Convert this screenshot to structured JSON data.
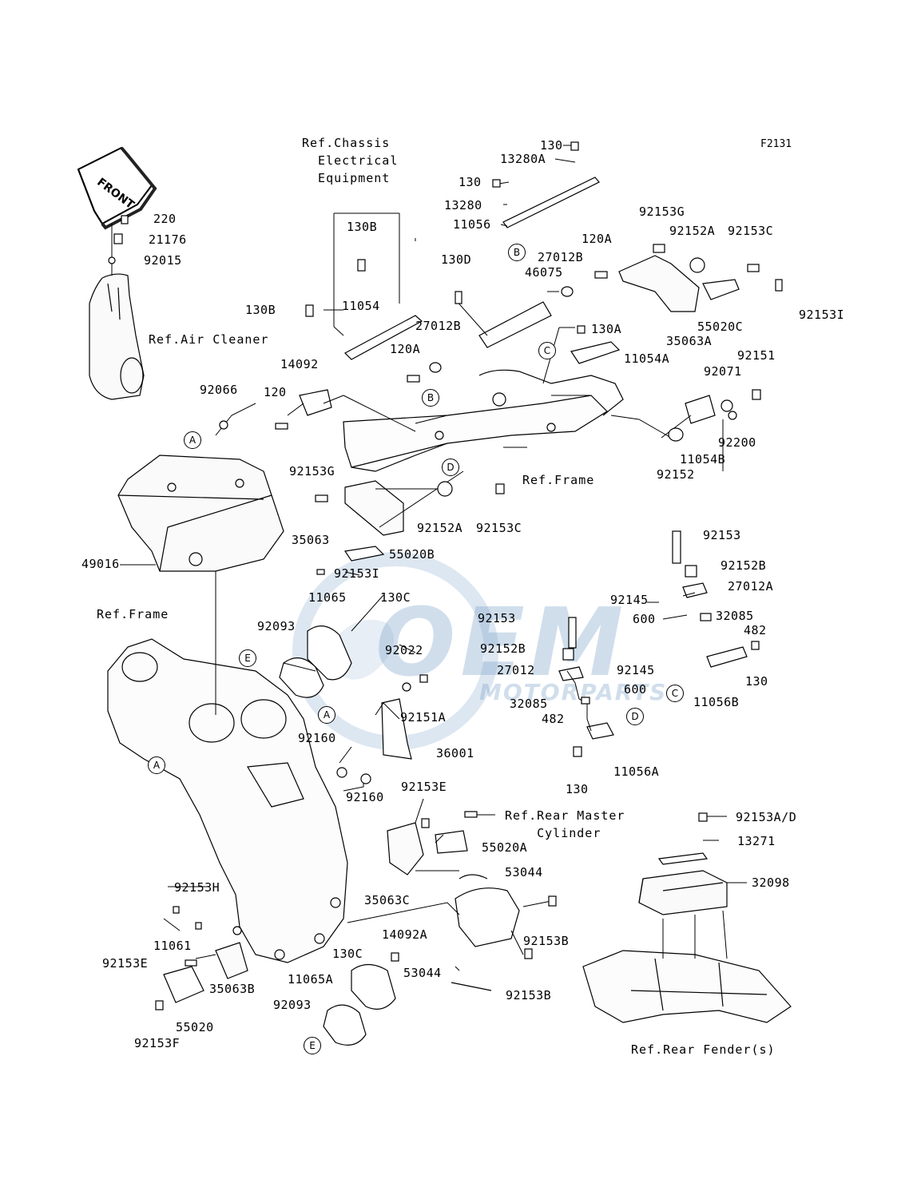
{
  "diagram": {
    "code": "F2131",
    "front_badge": "FRONT",
    "watermark": {
      "main": "OEM",
      "sub": "MOTORPARTS"
    },
    "refs": {
      "chassis": "Ref.Chassis\n  Electrical\n  Equipment",
      "air_cleaner": "Ref.Air Cleaner",
      "frame_top": "Ref.Frame",
      "frame_left": "Ref.Frame",
      "rear_master": "Ref.Rear Master\n    Cylinder",
      "rear_fender": "Ref.Rear Fender(s)"
    },
    "callouts": {
      "A": "A",
      "B": "B",
      "C": "C",
      "D": "D",
      "E": "E"
    },
    "parts": {
      "p130_a": "130",
      "p13280A": "13280A",
      "p130_b": "130",
      "p13280": "13280",
      "p11056": "11056",
      "p92153G_a": "92153G",
      "p92152A_a": "92152A",
      "p92153C_a": "92153C",
      "p120A_a": "120A",
      "p27012B_a": "27012B",
      "p130D": "130D",
      "p46075": "46075",
      "p130B_a": "130B",
      "p130B_b": "130B",
      "p11054": "11054",
      "p220": "220",
      "p21176": "21176",
      "p92015": "92015",
      "p92153I_a": "92153I",
      "p55020C": "55020C",
      "p35063A": "35063A",
      "p130A": "130A",
      "p27012B_b": "27012B",
      "p11054A": "11054A",
      "p120A_b": "120A",
      "p92151": "92151",
      "p92071": "92071",
      "p14092": "14092",
      "p92066": "92066",
      "p120": "120",
      "p92200": "92200",
      "p11054B": "11054B",
      "p92152": "92152",
      "p92153G_b": "92153G",
      "p92152A_b": "92152A",
      "p92153C_b": "92153C",
      "p35063": "35063",
      "p55020B": "55020B",
      "p92153I_b": "92153I",
      "p49016": "49016",
      "p92153_a": "92153",
      "p92152B_a": "92152B",
      "p27012A": "27012A",
      "p92145_a": "92145",
      "p600_a": "600",
      "p32085_a": "32085",
      "p482_a": "482",
      "p130_c": "130",
      "p11056B": "11056B",
      "p11065": "11065",
      "p130C_a": "130C",
      "p92093_a": "92093",
      "p92153_b": "92153",
      "p92152B_b": "92152B",
      "p27012": "27012",
      "p92145_b": "92145",
      "p600_b": "600",
      "p32085_b": "32085",
      "p482_b": "482",
      "p92022": "92022",
      "p92151A": "92151A",
      "p92160_a": "92160",
      "p36001": "36001",
      "p92160_b": "92160",
      "p11056A": "11056A",
      "p130_d": "130",
      "p92153E_a": "92153E",
      "p55020A": "55020A",
      "p35063C": "35063C",
      "p53044_a": "53044",
      "p92153AD": "92153A/D",
      "p13271": "13271",
      "p32098": "32098",
      "p92153H": "92153H",
      "p11061": "11061",
      "p92153E_b": "92153E",
      "p14092A": "14092A",
      "p92153B_a": "92153B",
      "p130C_b": "130C",
      "p53044_b": "53044",
      "p11065A": "11065A",
      "p92093_b": "92093",
      "p92153B_b": "92153B",
      "p35063B": "35063B",
      "p55020": "55020",
      "p92153F": "92153F"
    }
  }
}
